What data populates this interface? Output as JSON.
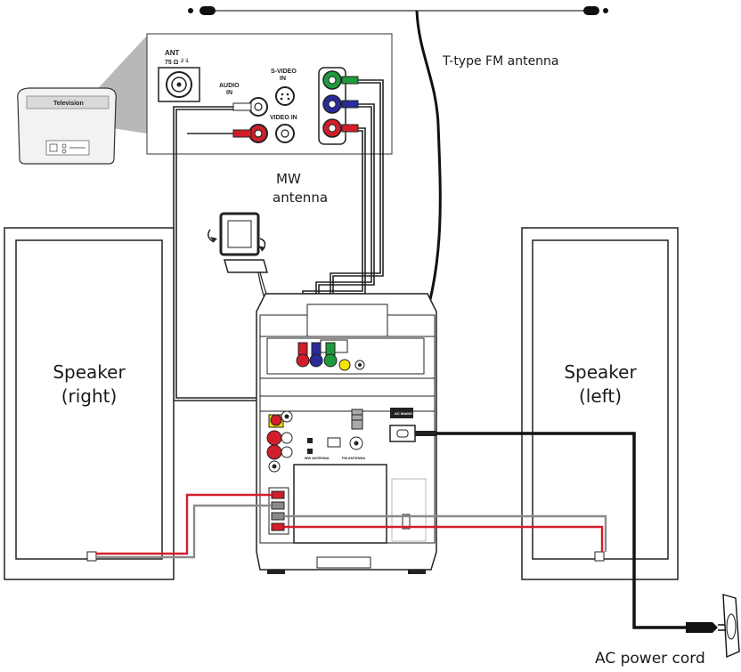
{
  "labels": {
    "fm_antenna": "T-type FM antenna",
    "mw_antenna_line1": "MW",
    "mw_antenna_line2": "antenna",
    "speaker_right_line1": "Speaker",
    "speaker_right_line2": "(right)",
    "speaker_left_line1": "Speaker",
    "speaker_left_line2": "(left)",
    "ac_power_cord": "AC power cord"
  },
  "tv_panel": {
    "ant": "ANT",
    "ant_value": "75 Ω ╜╙",
    "audio_in_line1": "AUDIO",
    "audio_in_line2": "IN",
    "svideo_line1": "S-VIDEO",
    "svideo_line2": "IN",
    "video_in": "VIDEO IN",
    "television": "Television"
  },
  "unit_labels": {
    "ac_mains": "AC MAINS",
    "fm_antenna": "FM ANTENNA",
    "mw_antenna": "MW ANTENNA"
  },
  "icons": [
    "tv-icon",
    "wall-socket-icon",
    "power-plug-icon",
    "mw-loop-antenna-icon",
    "fm-connector-icon",
    "rca-jack-icon"
  ],
  "colors": {
    "cable_red": "#d21e2b",
    "cable_gray": "#8a8a8a",
    "jack_green": "#1f9a3e",
    "jack_blue": "#2a2a9a",
    "jack_red": "#d21e2b",
    "jack_yellow": "#f2e600"
  }
}
